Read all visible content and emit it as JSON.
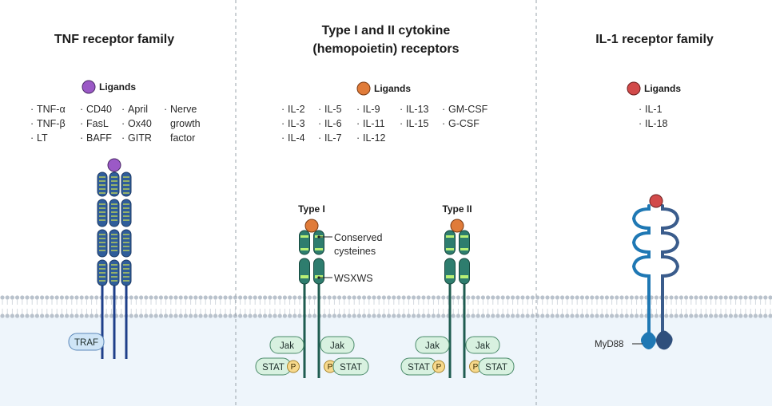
{
  "panels": {
    "tnf": {
      "title": "TNF receptor family",
      "ligands_label": "Ligands",
      "ligand_color": "#9b59c6",
      "columns": [
        [
          "TNF-α",
          "TNF-β",
          "LT"
        ],
        [
          "CD40",
          "FasL",
          "BAFF"
        ],
        [
          "April",
          "Ox40",
          "GITR"
        ],
        [
          "Nerve",
          "growth",
          "factor"
        ]
      ],
      "adapter": "TRAF"
    },
    "cytokine": {
      "title_line1": "Type I and II cytokine",
      "title_line2": "(hemopoietin) receptors",
      "ligands_label": "Ligands",
      "ligand_color": "#e07b39",
      "columns": [
        [
          "IL-2",
          "IL-3",
          "IL-4"
        ],
        [
          "IL-5",
          "IL-6",
          "IL-7"
        ],
        [
          "IL-9",
          "IL-11",
          "IL-12"
        ],
        [
          "IL-13",
          "IL-15"
        ],
        [
          "GM-CSF",
          "G-CSF"
        ]
      ],
      "type1_label": "Type I",
      "type2_label": "Type II",
      "annotation_cysteines_line1": "Conserved",
      "annotation_cysteines_line2": "cysteines",
      "annotation_wsxws": "WSXWS",
      "jak_label": "Jak",
      "stat_label": "STAT",
      "phospho_label": "P"
    },
    "il1": {
      "title": "IL-1 receptor family",
      "ligands_label": "Ligands",
      "ligand_color": "#d24a4a",
      "items": [
        "IL-1",
        "IL-18"
      ],
      "adapter": "MyD88"
    }
  },
  "colors": {
    "tnf_receptor": "#2f5d9a",
    "tnf_stripe": "#d7e84a",
    "cytokine_receptor": "#2e7d6e",
    "cytokine_highlight": "#b9f075",
    "il1_receptor_a": "#1f78b4",
    "il1_receptor_b": "#3a5c8c",
    "jak_stat_fill": "#d8f1e0",
    "phospho_fill": "#f7d98c",
    "traf_fill": "#cfe5f7",
    "membrane": "#b9c2cc"
  }
}
